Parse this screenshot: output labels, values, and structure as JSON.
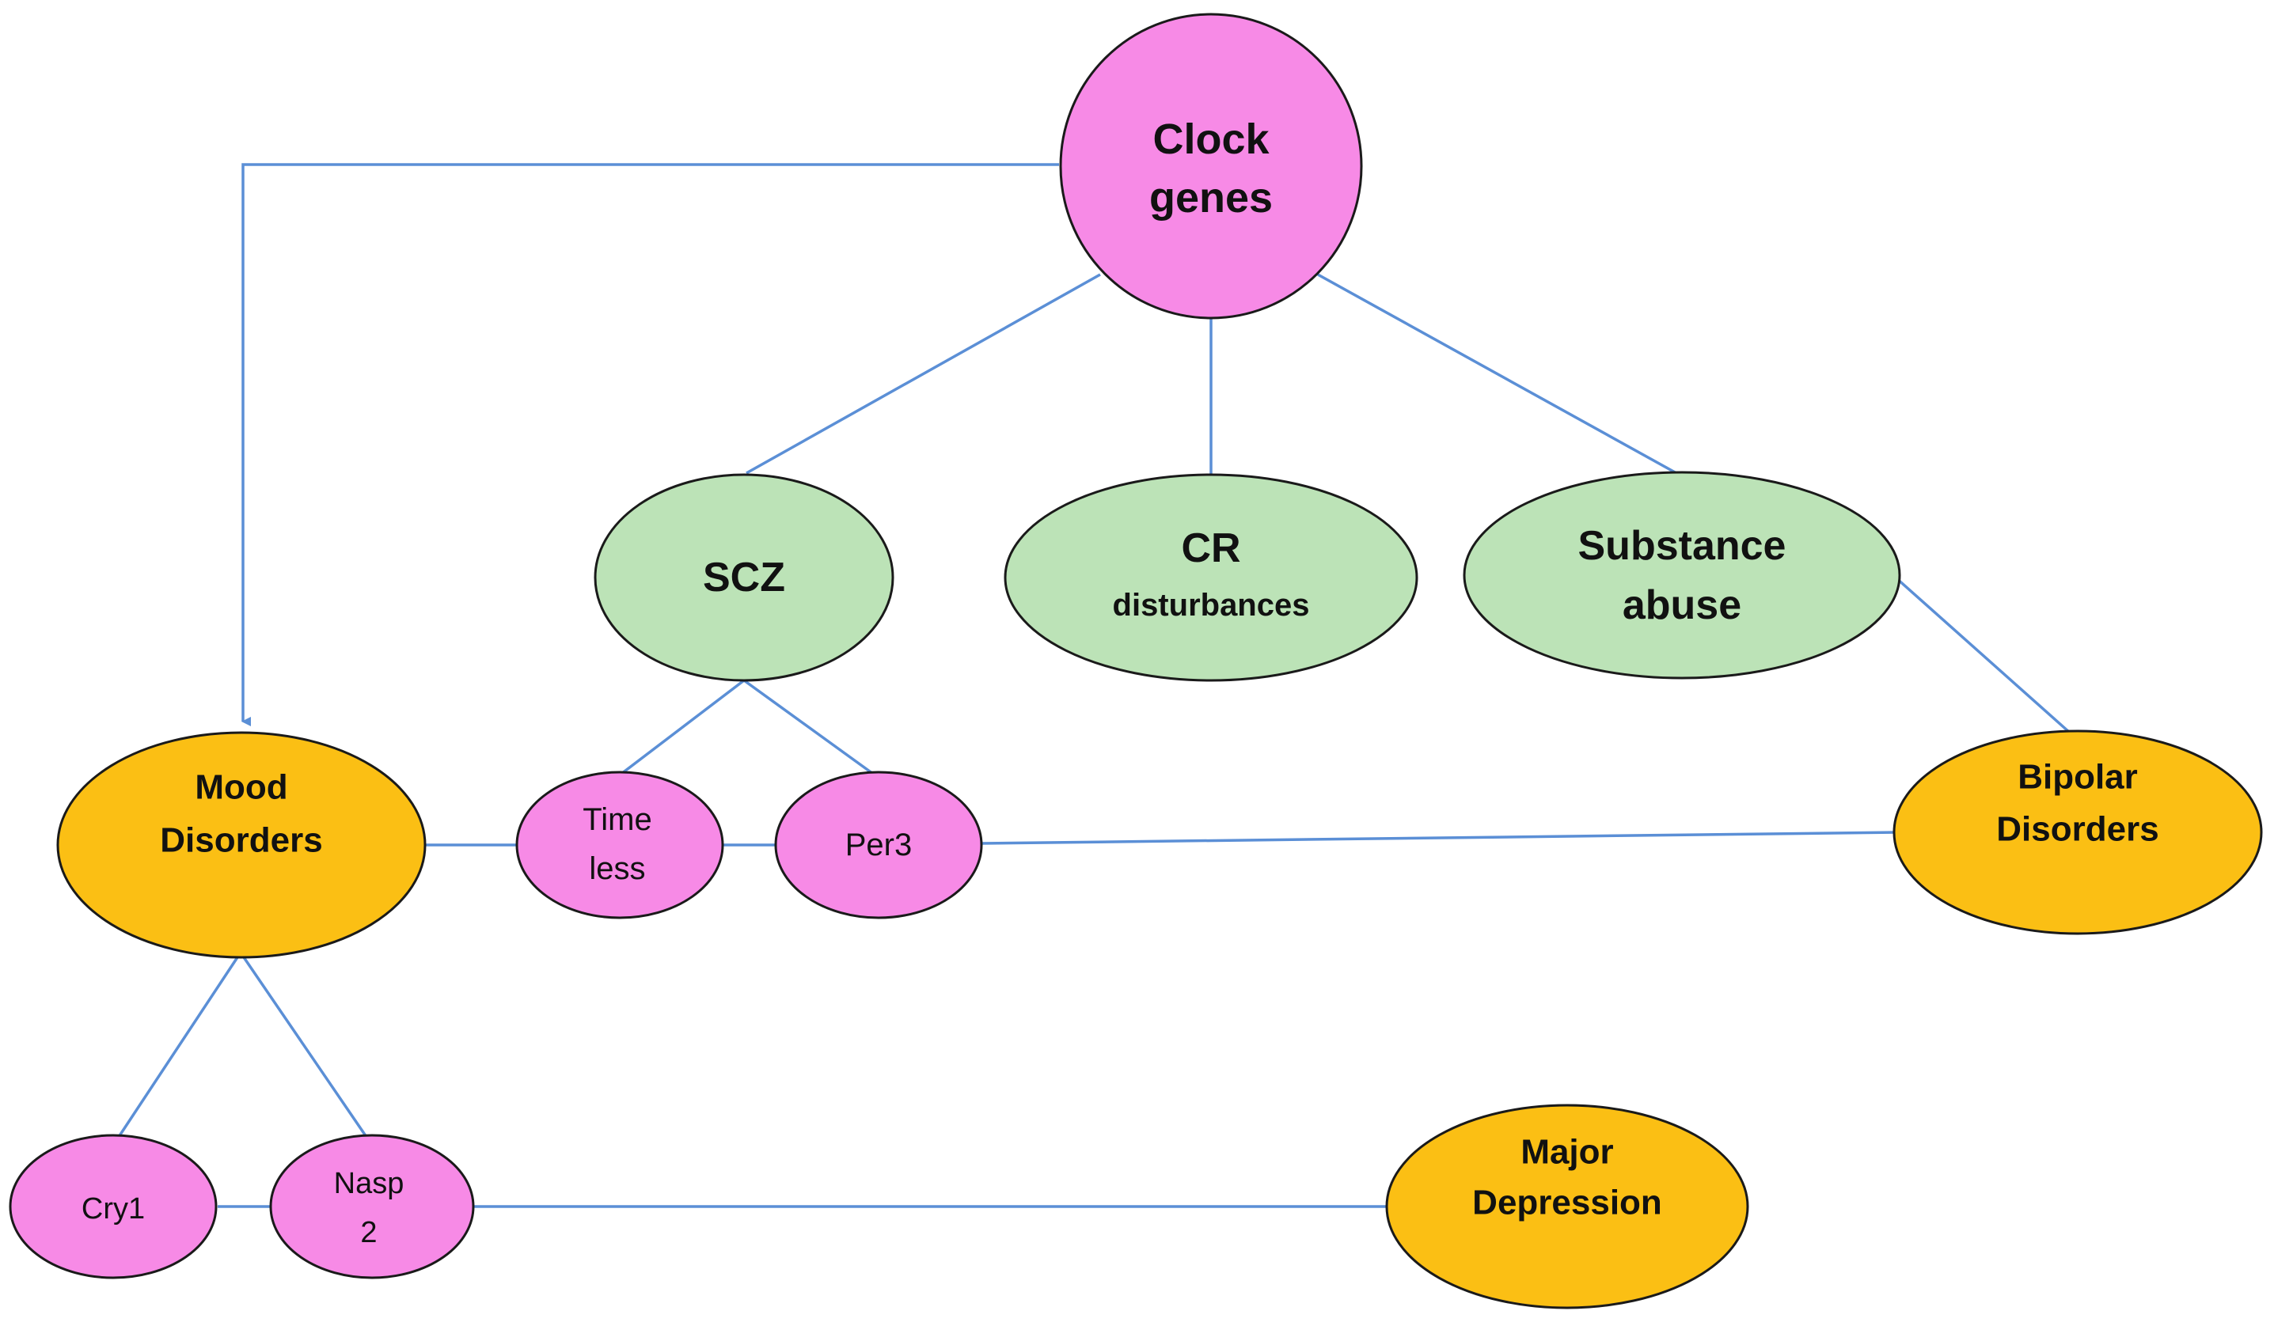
{
  "colors": {
    "gene": "#f78ae6",
    "condition": "#bce3b7",
    "disorder": "#fbbf14",
    "edge": "#5b8fd6",
    "stroke": "#1a1a1a"
  },
  "nodes": {
    "clock_genes": {
      "line1": "Clock",
      "line2": "genes"
    },
    "scz": {
      "label": "SCZ"
    },
    "cr": {
      "line1": "CR",
      "line2": "disturbances"
    },
    "substance": {
      "line1": "Substance",
      "line2": "abuse"
    },
    "mood": {
      "line1": "Mood",
      "line2": "Disorders"
    },
    "timeless": {
      "line1": "Time",
      "line2": "less"
    },
    "per3": {
      "label": "Per3"
    },
    "bipolar": {
      "line1": "Bipolar",
      "line2": "Disorders"
    },
    "cry1": {
      "label": "Cry1"
    },
    "nasp2": {
      "line1": "Nasp",
      "line2": "2"
    },
    "major_depression": {
      "line1": "Major",
      "line2": "Depression"
    }
  },
  "edges": [
    {
      "from": "Clock genes",
      "to": "Mood Disorders",
      "arrow": true
    },
    {
      "from": "Clock genes",
      "to": "SCZ"
    },
    {
      "from": "Clock genes",
      "to": "CR disturbances"
    },
    {
      "from": "Clock genes",
      "to": "Substance abuse"
    },
    {
      "from": "Substance abuse",
      "to": "Bipolar Disorders"
    },
    {
      "from": "SCZ",
      "to": "Timeless"
    },
    {
      "from": "SCZ",
      "to": "Per3"
    },
    {
      "from": "Mood Disorders",
      "to": "Timeless"
    },
    {
      "from": "Timeless",
      "to": "Per3"
    },
    {
      "from": "Per3",
      "to": "Bipolar Disorders"
    },
    {
      "from": "Mood Disorders",
      "to": "Cry1"
    },
    {
      "from": "Mood Disorders",
      "to": "Nasp 2"
    },
    {
      "from": "Cry1",
      "to": "Nasp 2"
    },
    {
      "from": "Nasp 2",
      "to": "Major Depression"
    }
  ]
}
